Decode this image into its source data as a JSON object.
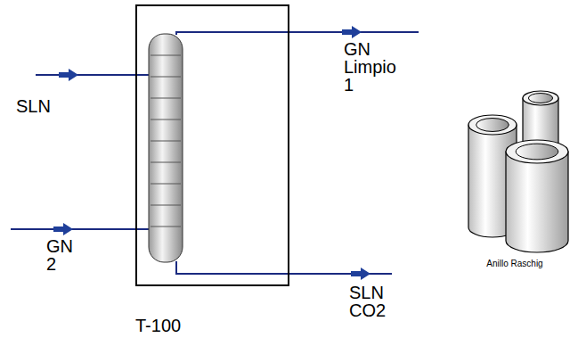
{
  "diagram": {
    "nodes": [
      {
        "text": [
          "T-100"
        ]
      }
    ],
    "labels": [
      "SLN",
      "GN 2",
      "GN Limpio 1",
      "SLN CO2",
      "Anillo Raschig"
    ]
  }
}
